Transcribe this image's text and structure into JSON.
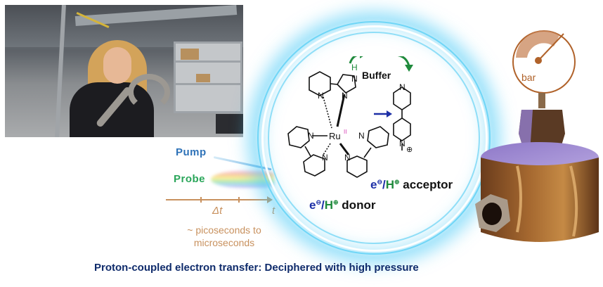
{
  "photo": {
    "description": "Researcher in laboratory holding a large wrench"
  },
  "pump_probe": {
    "pump_label": "Pump",
    "probe_label": "Probe",
    "delta_t_label": "Δt",
    "t_label": "t",
    "time_range_line1": "~ picoseconds to",
    "time_range_line2": "microseconds"
  },
  "reaction": {
    "buffer_label": "Buffer",
    "donor": {
      "e": "e",
      "e_charge": "⊖",
      "slash": "/",
      "h": "H",
      "h_charge": "⊕",
      "role": " donor"
    },
    "acceptor": {
      "e": "e",
      "e_charge": "⊖",
      "slash": "/",
      "h": "H",
      "h_charge": "⊕",
      "role": " acceptor"
    },
    "metal_label": "Ru",
    "oxidation_state": "II",
    "imidazole_h": "H",
    "atom_n": "N",
    "acceptor_charge": "⊕"
  },
  "pressure_cell": {
    "gauge_unit": "bar"
  },
  "caption": "Proton-coupled electron transfer: Deciphered with high pressure",
  "colors": {
    "caption": "#0f2b6b",
    "pump": "#2e72b8",
    "probe": "#2aa65a",
    "timeline": "#c8915e",
    "electron": "#1d2fa6",
    "proton": "#1f8a3c",
    "ring": "#6fd6f7",
    "gauge": "#b0622a",
    "buffer_arrow": "#1f8a3c",
    "transfer_arrow": "#1d2fa6",
    "oxidation_state": "#d63ab4"
  }
}
